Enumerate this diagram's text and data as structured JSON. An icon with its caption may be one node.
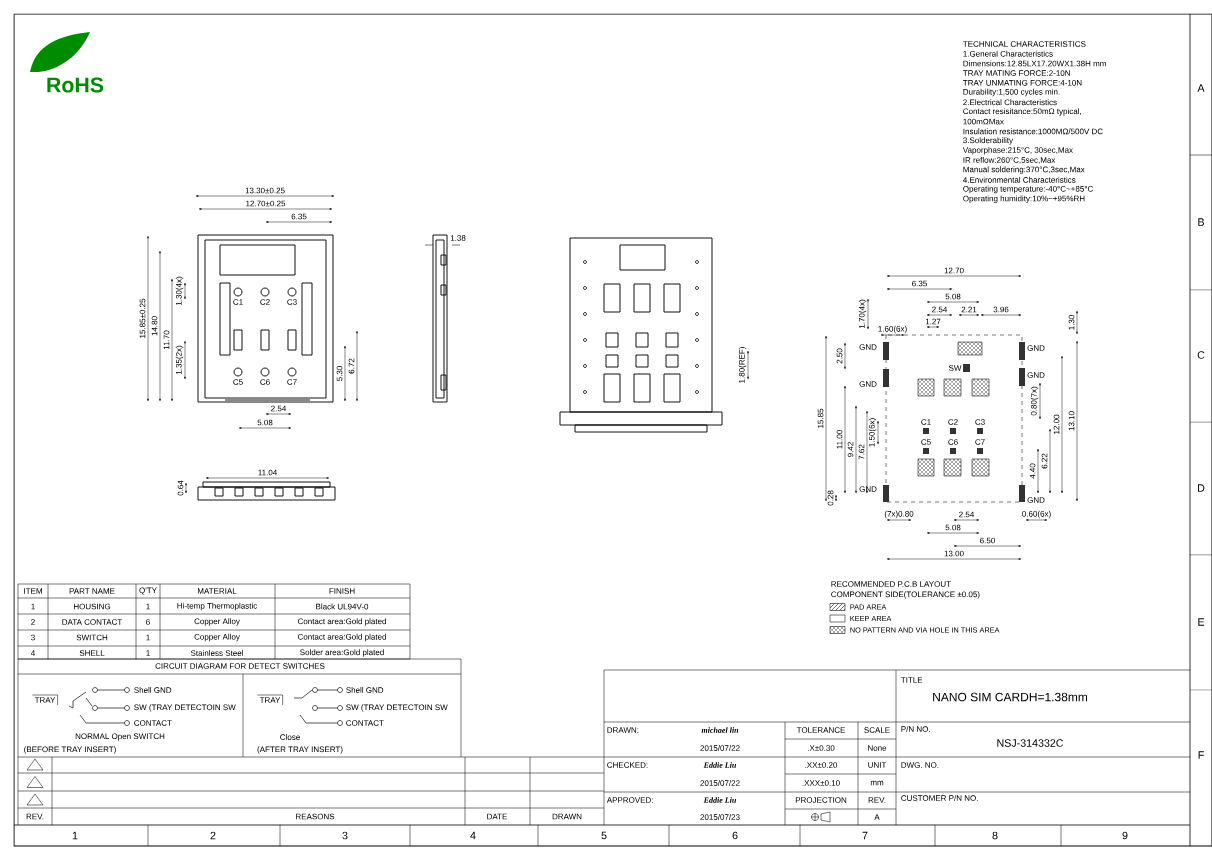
{
  "diagram": {
    "nodes": [
      {
        "text": [
          "TRAY"
        ]
      },
      {
        "text": [
          "TRAY"
        ]
      }
    ],
    "edges": [],
    "labels": [
      "TECHNICAL CHARACTERISTICS",
      "1.General Characteristics",
      "Dimensions:12.85LX17.20WX1.38H mm",
      "TRAY MATING FORCE:2-10N",
      "TRAY UNMATING FORCE:4-10N",
      "Durability:1,500 cycles min.",
      "2.Electrical Characteristics",
      "Contact resisitance:50mΩ typical,",
      "100mΩMax",
      "Insulation resistance:1000MΩ/500V DC",
      "3.Solderability",
      "Vaporphase:215°C, 30sec,Max",
      "IR reflow:260°C,5sec,Max",
      "Manual soldering:370°C,3sec,Max",
      "4.Environmental Characteristics",
      "Operating temperature:-40°C~+85°C",
      "Operating humidity:10%~+95%RH",
      "RoHS",
      "13.30±0.25",
      "12.70±0.25",
      "6.35",
      "15.85±0.25",
      "14.80",
      "11.70",
      "1.30(4x)",
      "1.35(2x)",
      "C1",
      "C2",
      "C3",
      "C5",
      "C6",
      "C7",
      "5.30",
      "6.72",
      "2.54",
      "5.08",
      "0.64",
      "11.04",
      "1.38",
      "1.80(REF)",
      "12.70",
      "6.35",
      "5.08",
      "2.54",
      "2.21",
      "3.96",
      "1.27",
      "1.60(6x)",
      "1.70(4x)",
      "1.30",
      "GND",
      "GND",
      "SW",
      "GND",
      "GND",
      "2.50",
      "0.80(7x)",
      "15.85",
      "C1",
      "C2",
      "C3",
      "1.50(6x)",
      "11.00",
      "9.42",
      "7.62",
      "12.00",
      "13.10",
      "C5",
      "C6",
      "C7",
      "6.22",
      "4.40",
      "0.28",
      "GND",
      "GND",
      "(7x)0.80",
      "2.54",
      "5.08",
      "6.50",
      "13.00",
      "0.60(6x)",
      "RECOMMENDED P.C.B LAYOUT",
      "COMPONENT SIDE(TOLERANCE ±0.05)",
      "ITEM",
      "PART NAME",
      "Q'TY",
      "MATERIAL",
      "FINISH",
      "1",
      "HOUSING",
      "1",
      "Hi-temp Thermoplastic",
      "Black UL94V-0",
      "2",
      "DATA CONTACT",
      "6",
      "Copper Alloy",
      "Contact area:Gold plated",
      "3",
      "SWITCH",
      "1",
      "Copper Alloy",
      "Contact area:Gold plated",
      "4",
      "SHELL",
      "1",
      "Stainless Steel",
      "Solder area:Gold plated",
      "CIRCUIT DIAGRAM FOR DETECT SWITCHES",
      "Shell GND",
      "SW (TRAY DETECTOIN SW",
      "CONTACT",
      "NORMAL Open SWITCH",
      "(BEFORE TRAY INSERT)",
      "Shell GND",
      "SW (TRAY DETECTOIN SW",
      "CONTACT",
      "Close",
      "(AFTER TRAY INSERT)",
      "REV.",
      "REASONS",
      "DATE",
      "DRAWN",
      "TITLE",
      "NANO SIM CARDH=1.38mm",
      "DRAWN:",
      "michael lin",
      "2015/07/22",
      "TOLERANCE",
      "SCALE",
      "P/N NO.",
      "NSJ-314332C",
      ".X±0.30",
      "None",
      "CHECKED:",
      "Eddie Liu",
      "2015/07/22",
      ".XX±0.20",
      "UNIT",
      "DWG. NO.",
      ".XXX±0.10",
      "mm",
      "APPROVED:",
      "Eddie Liu",
      "2015/07/23",
      "PROJECTION",
      "REV.",
      "CUSTOMER P/N NO.",
      "A",
      "1",
      "2",
      "3",
      "4",
      "5",
      "6",
      "7",
      "8",
      "9",
      "A",
      "B",
      "C",
      "D",
      "E",
      "F"
    ],
    "legend": [
      {
        "text": "PAD AREA"
      },
      {
        "text": "KEEP AREA"
      },
      {
        "text": "NO PATTERN AND VIA HOLE IN THIS AREA"
      }
    ]
  }
}
